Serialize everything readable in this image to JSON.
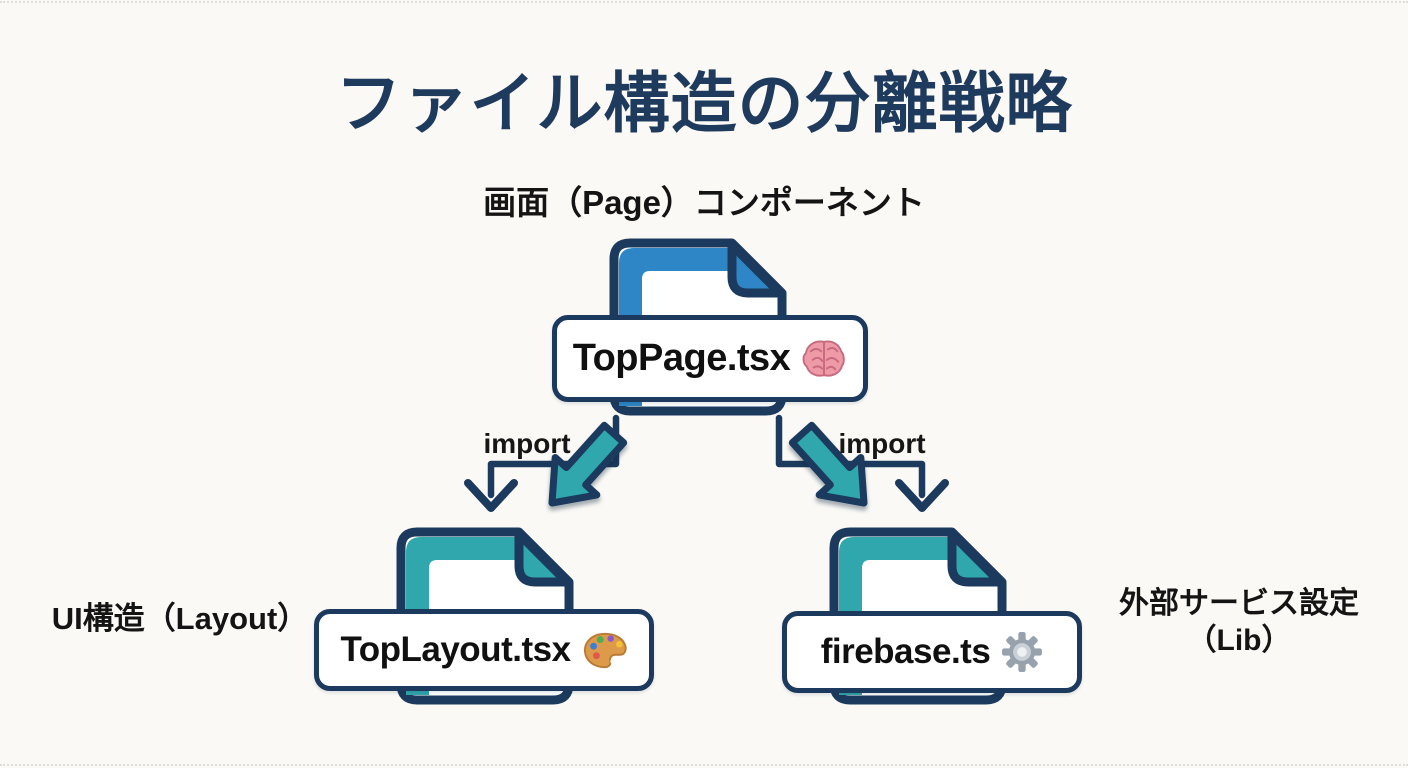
{
  "title": "ファイル構造の分離戦略",
  "nodes": {
    "page": {
      "caption": "画面（Page）コンポーネント",
      "file_name": "TopPage.tsx",
      "icon": "brain-emoji",
      "accent": "blue"
    },
    "layout": {
      "caption": "UI構造（Layout）",
      "file_name": "TopLayout.tsx",
      "icon": "palette-emoji",
      "accent": "teal"
    },
    "lib": {
      "caption_line1": "外部サービス設定",
      "caption_line2": "（Lib）",
      "file_name": "firebase.ts",
      "icon": "gear-emoji",
      "accent": "teal"
    }
  },
  "edges": {
    "left": {
      "label": "import"
    },
    "right": {
      "label": "import"
    }
  },
  "colors": {
    "bg": "#faf9f6",
    "title": "#1e3a5c",
    "outline": "#1b3a5e",
    "blue": "#2e86c6",
    "teal": "#2fa7ac",
    "text": "#141414",
    "pill": "#ffffff",
    "edge": "#c9c7c3"
  }
}
